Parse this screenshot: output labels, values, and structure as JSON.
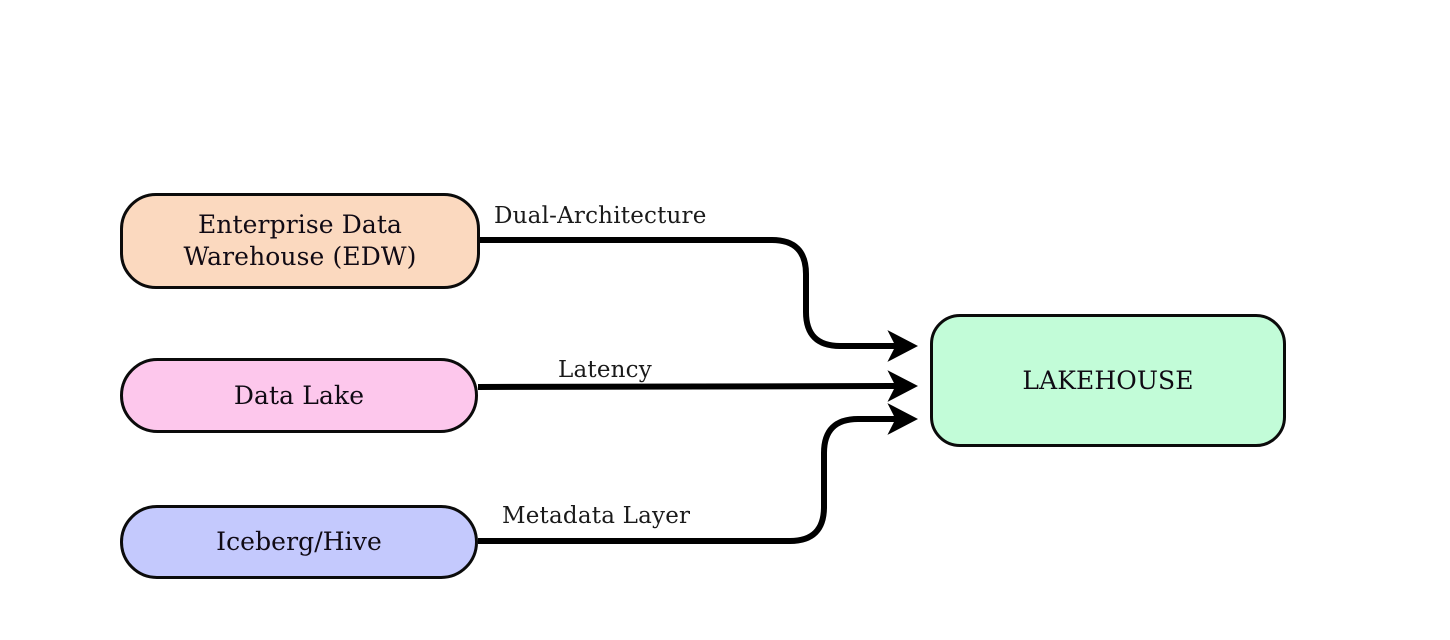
{
  "diagram": {
    "type": "flowchart",
    "direction": "left-to-right",
    "background_color": "#ffffff",
    "nodes": [
      {
        "id": "edw",
        "label": "Enterprise Data\nWarehouse (EDW)",
        "fill_color": "#fbd9bf",
        "border_color": "#0b0b0b",
        "text_color": "#100a14",
        "shape": "rounded-rectangle"
      },
      {
        "id": "datalake",
        "label": "Data Lake",
        "fill_color": "#fdc7ec",
        "border_color": "#0b0b0b",
        "text_color": "#100a14",
        "shape": "stadium"
      },
      {
        "id": "iceberg",
        "label": "Iceberg/Hive",
        "fill_color": "#c4c9fd",
        "border_color": "#0b0b0b",
        "text_color": "#100a14",
        "shape": "stadium"
      },
      {
        "id": "lakehouse",
        "label": "LAKEHOUSE",
        "fill_color": "#c2fcd8",
        "border_color": "#0b0b0b",
        "text_color": "#100a14",
        "shape": "rounded-rectangle"
      }
    ],
    "edges": [
      {
        "id": "edge-dual",
        "from": "edw",
        "to": "lakehouse",
        "label": "Dual-Architecture",
        "stroke_color": "#000000",
        "arrowhead": "filled-triangle"
      },
      {
        "id": "edge-latency",
        "from": "datalake",
        "to": "lakehouse",
        "label": "Latency",
        "stroke_color": "#000000",
        "arrowhead": "filled-triangle"
      },
      {
        "id": "edge-metadata",
        "from": "iceberg",
        "to": "lakehouse",
        "label": "Metadata Layer",
        "stroke_color": "#000000",
        "arrowhead": "filled-triangle"
      }
    ]
  }
}
